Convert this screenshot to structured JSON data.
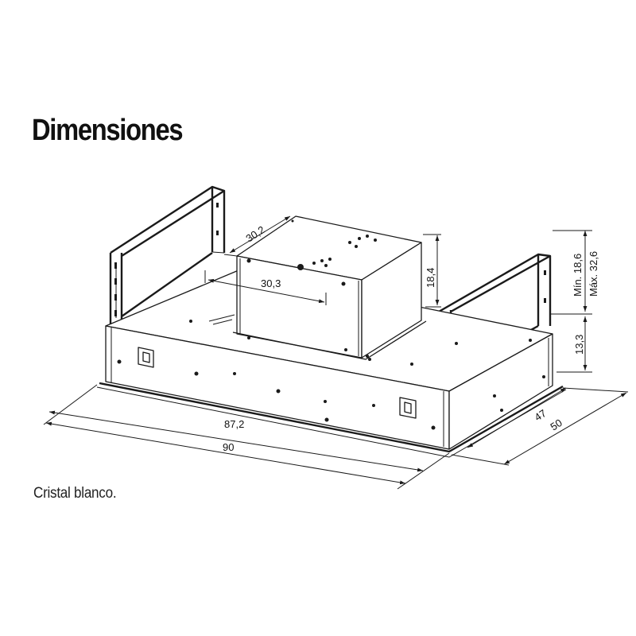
{
  "title": "Dimensiones",
  "caption": "Cristal blanco.",
  "dimensions": {
    "motor_depth": "30,2",
    "motor_width": "30,3",
    "motor_height": "18,4",
    "bracket_min": "Mín. 18,6",
    "bracket_max": "Máx. 32,6",
    "body_height": "13,3",
    "body_width": "87,2",
    "total_width": "90",
    "body_depth": "47",
    "total_depth": "50"
  }
}
